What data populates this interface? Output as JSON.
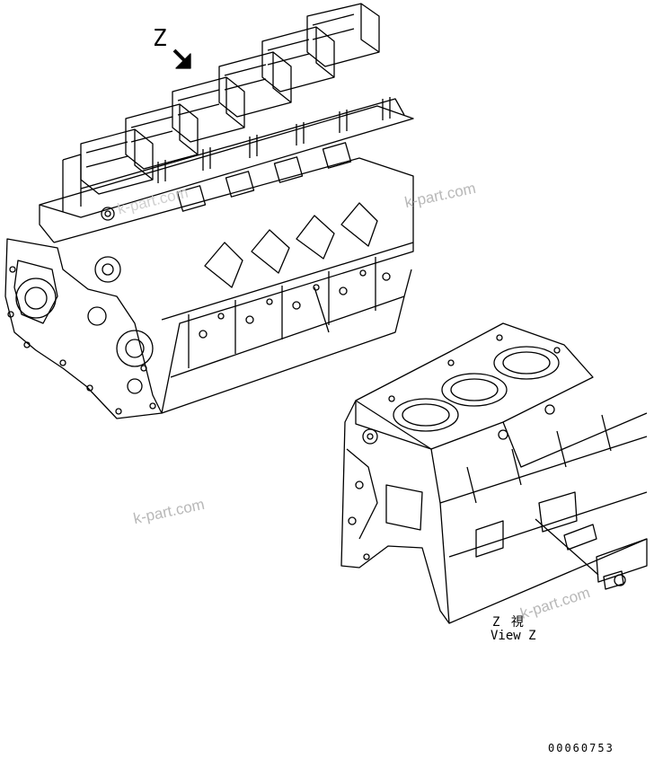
{
  "diagram": {
    "view_marker": "Z",
    "view_caption_jp": "Z 視",
    "view_caption_en": "View Z",
    "figure_id": "00060753",
    "watermarks": [
      "k-part.com",
      "k-part.com",
      "k-part.com",
      "k-part.com"
    ],
    "line_color": "#000000",
    "watermark_color": "#b8b8b8"
  }
}
